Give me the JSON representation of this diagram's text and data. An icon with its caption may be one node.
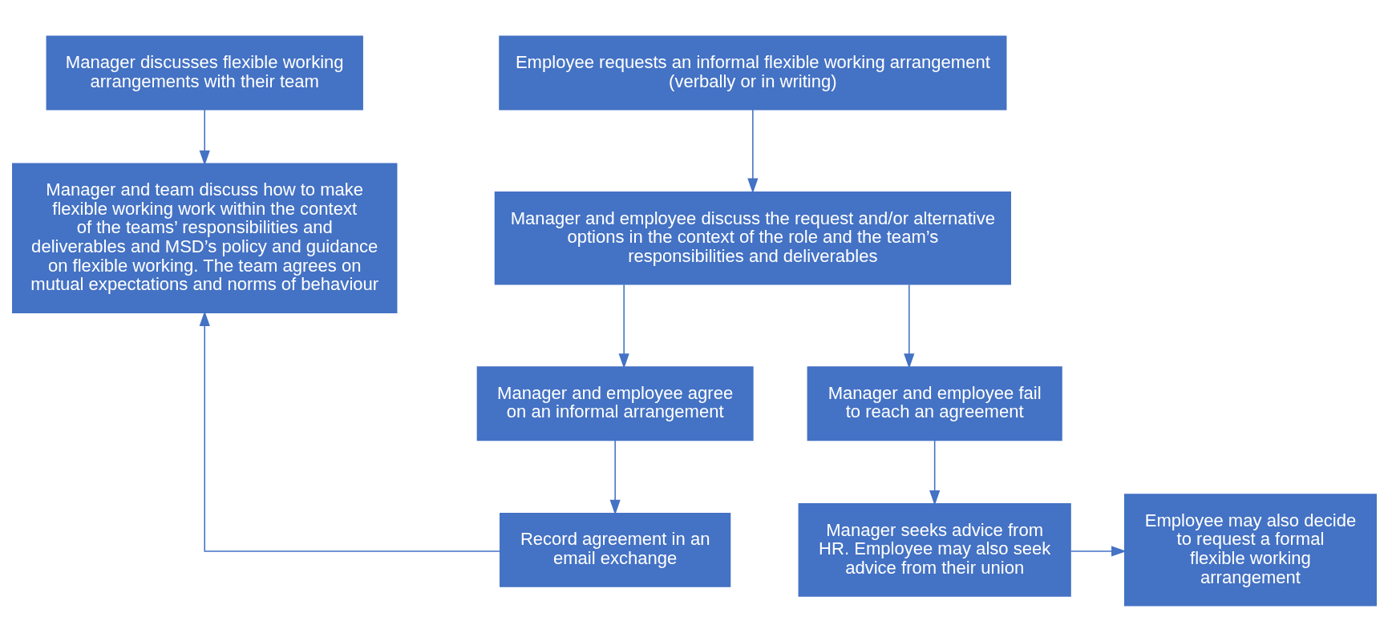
{
  "diagram": {
    "nodes": [
      {
        "text": [
          "Manager discusses flexible working arrangements with their team"
        ]
      },
      {
        "text": [
          "Employee requests an informal flexible working arrangement (verbally or in writing)"
        ]
      },
      {
        "text": [
          "Manager and team discuss how to make flexible working work within the context of the teams’ responsibilities and deliverables and MSD’s policy and guidance on flexible working. The team agrees on mutual expectations and norms of behaviour"
        ]
      },
      {
        "text": [
          "Manager and employee discuss the request and/or alternative options in the context of the role and the team’s responsibilities and deliverables"
        ]
      },
      {
        "text": [
          "Manager and employee agree on an informal arrangement"
        ]
      },
      {
        "text": [
          "Manager and employee fail to reach an agreement"
        ]
      },
      {
        "text": [
          "Record agreement in an email exchange"
        ]
      },
      {
        "text": [
          "Manager seeks advice from HR. Employee may also seek advice from their union"
        ]
      },
      {
        "text": [
          "Employee may also decide to request a formal flexible working arrangement"
        ]
      }
    ],
    "edges": [
      {
        "from": 0,
        "to": 2,
        "arrow": "to"
      },
      {
        "from": 1,
        "to": 3,
        "arrow": "to"
      },
      {
        "from": 3,
        "to": 4,
        "arrow": "to"
      },
      {
        "from": 3,
        "to": 5,
        "arrow": "to"
      },
      {
        "from": 4,
        "to": 6,
        "arrow": "to"
      },
      {
        "from": 5,
        "to": 7,
        "arrow": "to"
      },
      {
        "from": 6,
        "to": 2,
        "arrow": "to"
      },
      {
        "from": 7,
        "to": 8,
        "arrow": "to"
      }
    ]
  }
}
